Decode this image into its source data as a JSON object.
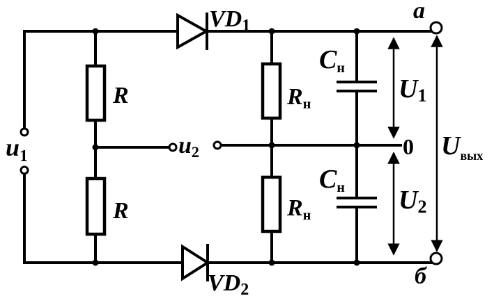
{
  "labels": {
    "vd1_main": "VD",
    "vd1_sub": "1",
    "vd2_main": "VD",
    "vd2_sub": "2",
    "r_top": "R",
    "r_bottom": "R",
    "rn_main": "R",
    "rn_sub": "н",
    "rn2_main": "R",
    "rn2_sub": "н",
    "cn_main": "C",
    "cn_sub": "н",
    "cn2_main": "C",
    "cn2_sub": "н",
    "u1_main": "u",
    "u1_sub": "1",
    "u2_main": "u",
    "u2_sub": "2",
    "U1_main": "U",
    "U1_sub": "1",
    "U2_main": "U",
    "U2_sub": "2",
    "Uout_main": "U",
    "Uout_sub": "вых",
    "terminal_a": "а",
    "terminal_b": "б",
    "zero": "0"
  }
}
